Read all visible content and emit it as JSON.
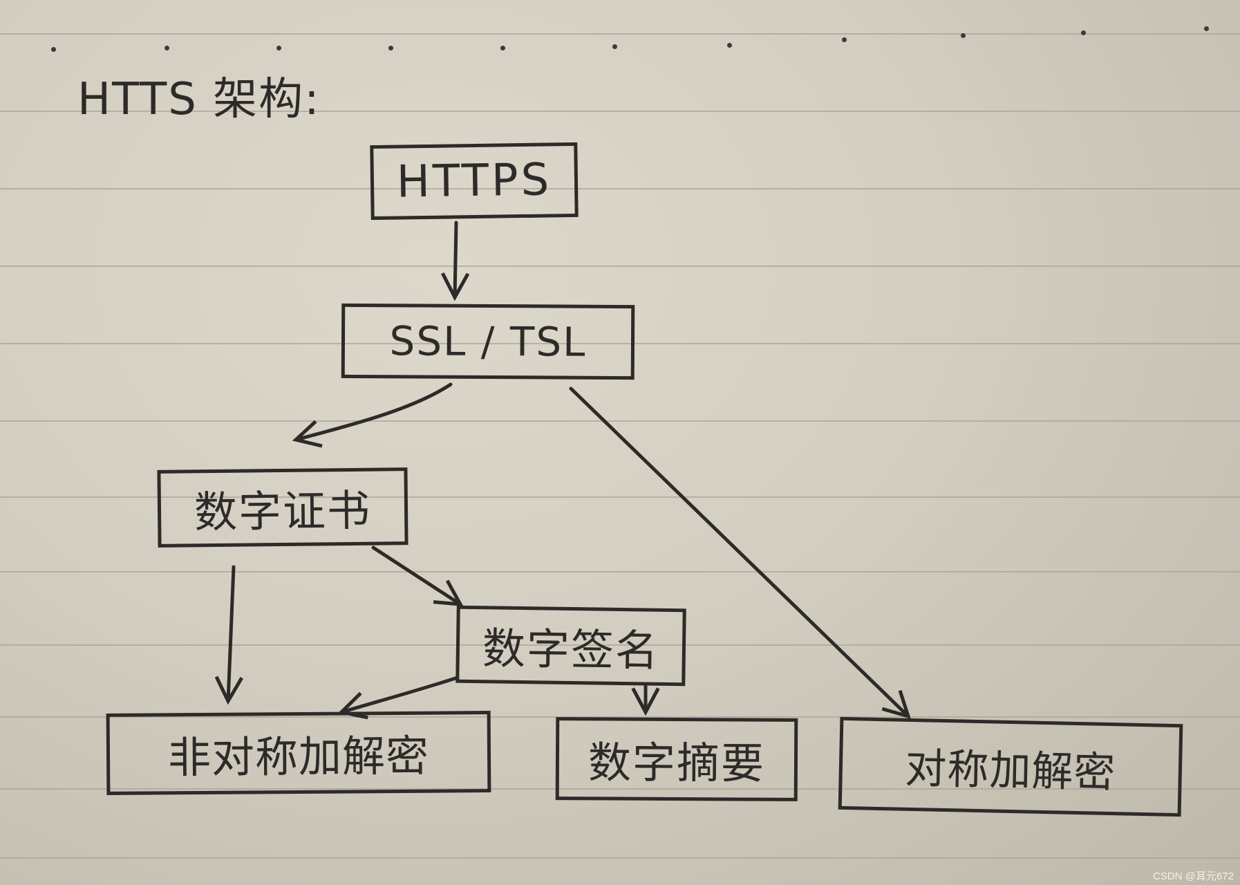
{
  "title": "HTTS 架构:",
  "nodes": {
    "https": "HTTPS",
    "ssl_tls": "SSL / TSL",
    "digital_certificate": "数字证书",
    "digital_signature": "数字签名",
    "asymmetric_encryption": "非对称加解密",
    "message_digest": "数字摘要",
    "symmetric_encryption": "对称加解密"
  },
  "edges": [
    {
      "from": "HTTPS",
      "to": "SSL / TSL"
    },
    {
      "from": "SSL / TSL",
      "to": "数字证书"
    },
    {
      "from": "SSL / TSL",
      "to": "对称加解密"
    },
    {
      "from": "数字证书",
      "to": "数字签名"
    },
    {
      "from": "数字证书",
      "to": "非对称加解密"
    },
    {
      "from": "数字签名",
      "to": "非对称加解密"
    },
    {
      "from": "数字签名",
      "to": "数字摘要"
    }
  ],
  "watermark": "CSDN @耳元672"
}
